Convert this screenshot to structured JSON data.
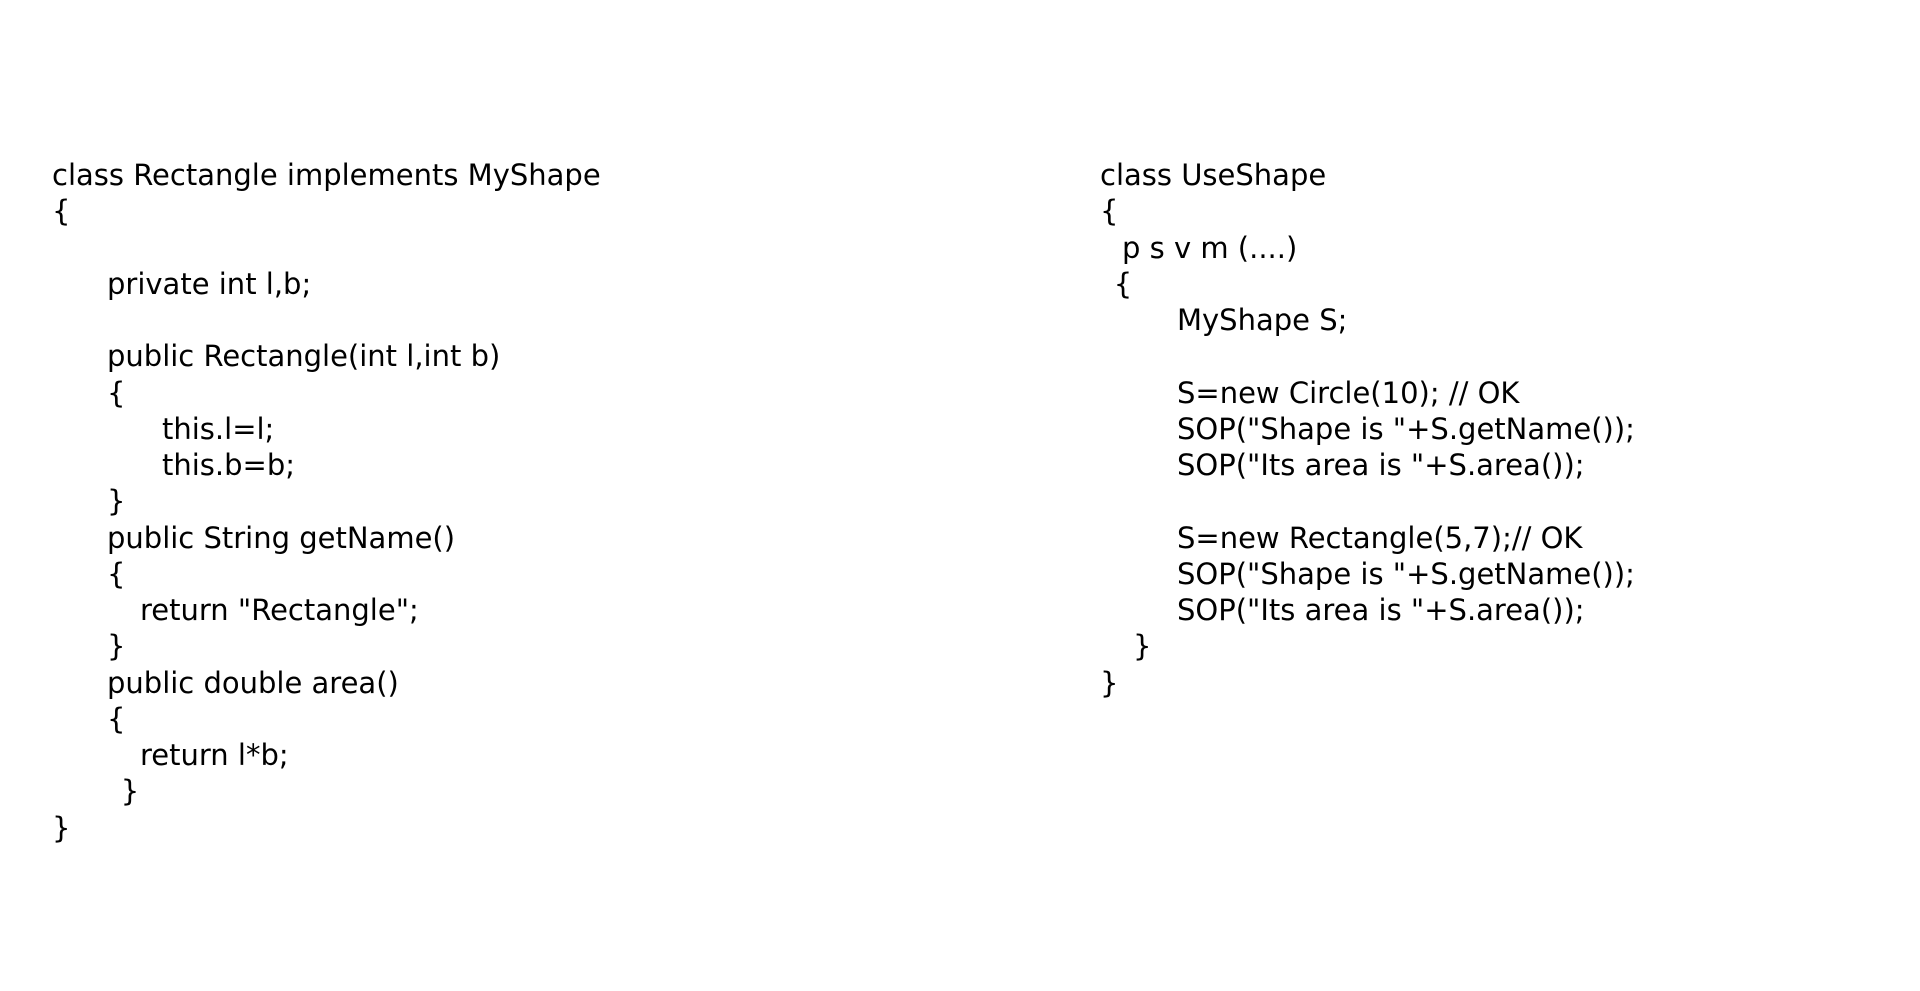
{
  "left_code": {
    "lines": [
      {
        "text": "class Rectangle implements MyShape",
        "indent": 0
      },
      {
        "text": "{",
        "indent": 0
      },
      {
        "text": "",
        "indent": 0
      },
      {
        "text": "private int l,b;",
        "indent": 1
      },
      {
        "text": "",
        "indent": 0
      },
      {
        "text": "public Rectangle(int l,int b)",
        "indent": 1
      },
      {
        "text": "{",
        "indent": 1
      },
      {
        "text": "this.l=l;",
        "indent": 2
      },
      {
        "text": "this.b=b;",
        "indent": 2
      },
      {
        "text": "}",
        "indent": 1
      },
      {
        "text": "public String getName()",
        "indent": 1
      },
      {
        "text": "{",
        "indent": 1
      },
      {
        "text": "return \"Rectangle\";",
        "indent": 1.6
      },
      {
        "text": "}",
        "indent": 1
      },
      {
        "text": "public double area()",
        "indent": 1
      },
      {
        "text": "{",
        "indent": 1
      },
      {
        "text": "return l*b;",
        "indent": 1.6
      },
      {
        "text": "}",
        "indent": 1.25
      },
      {
        "text": "}",
        "indent": 0
      }
    ]
  },
  "right_code": {
    "lines": [
      {
        "text": "class UseShape",
        "indent": 0
      },
      {
        "text": "{",
        "indent": 0
      },
      {
        "text": "p s v m (....)",
        "indent": 0.4
      },
      {
        "text": "{",
        "indent": 0.25
      },
      {
        "text": "MyShape S;",
        "indent": 1.4
      },
      {
        "text": "",
        "indent": 0
      },
      {
        "text": "S=new Circle(10); // OK",
        "indent": 1.4
      },
      {
        "text": "SOP(\"Shape is \"+S.getName());",
        "indent": 1.4
      },
      {
        "text": "SOP(\"Its area is \"+S.area());",
        "indent": 1.4
      },
      {
        "text": "",
        "indent": 0
      },
      {
        "text": "S=new Rectangle(5,7);// OK",
        "indent": 1.4
      },
      {
        "text": "SOP(\"Shape is \"+S.getName());",
        "indent": 1.4
      },
      {
        "text": "SOP(\"Its area is \"+S.area());",
        "indent": 1.4
      },
      {
        "text": "}",
        "indent": 0.6
      },
      {
        "text": "}",
        "indent": 0
      }
    ]
  }
}
